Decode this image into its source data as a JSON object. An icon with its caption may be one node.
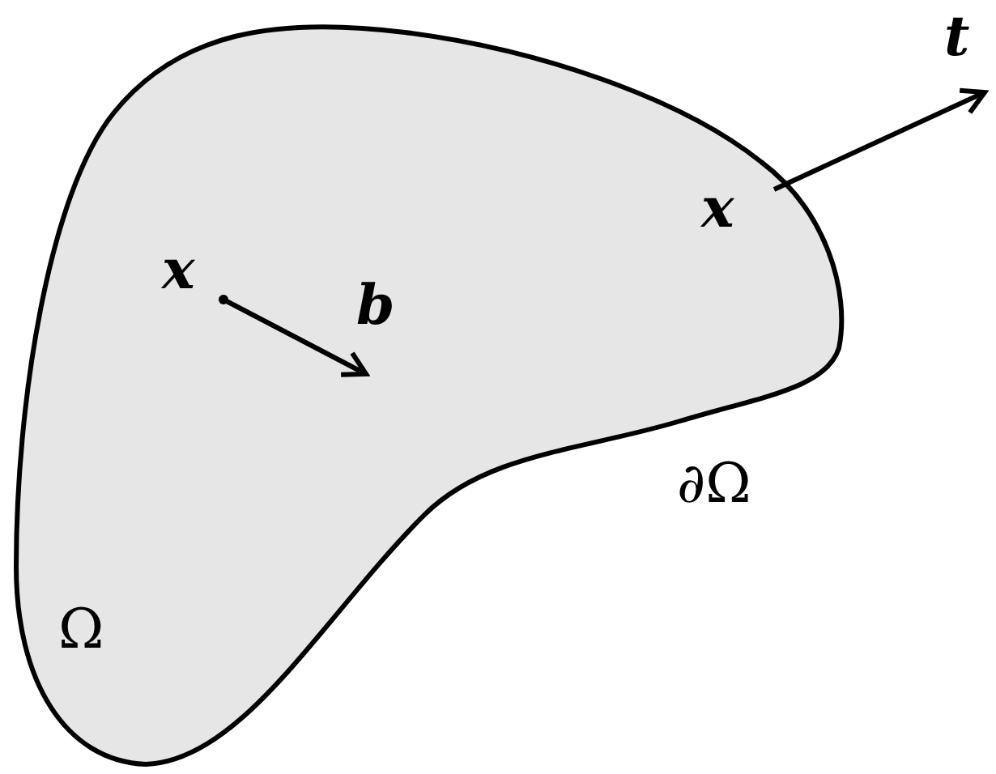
{
  "diagram": {
    "nodes": [
      {
        "text": [
          "Ω"
        ]
      }
    ],
    "labels": [
      "x",
      "b",
      "x",
      "t",
      "∂Ω"
    ]
  }
}
